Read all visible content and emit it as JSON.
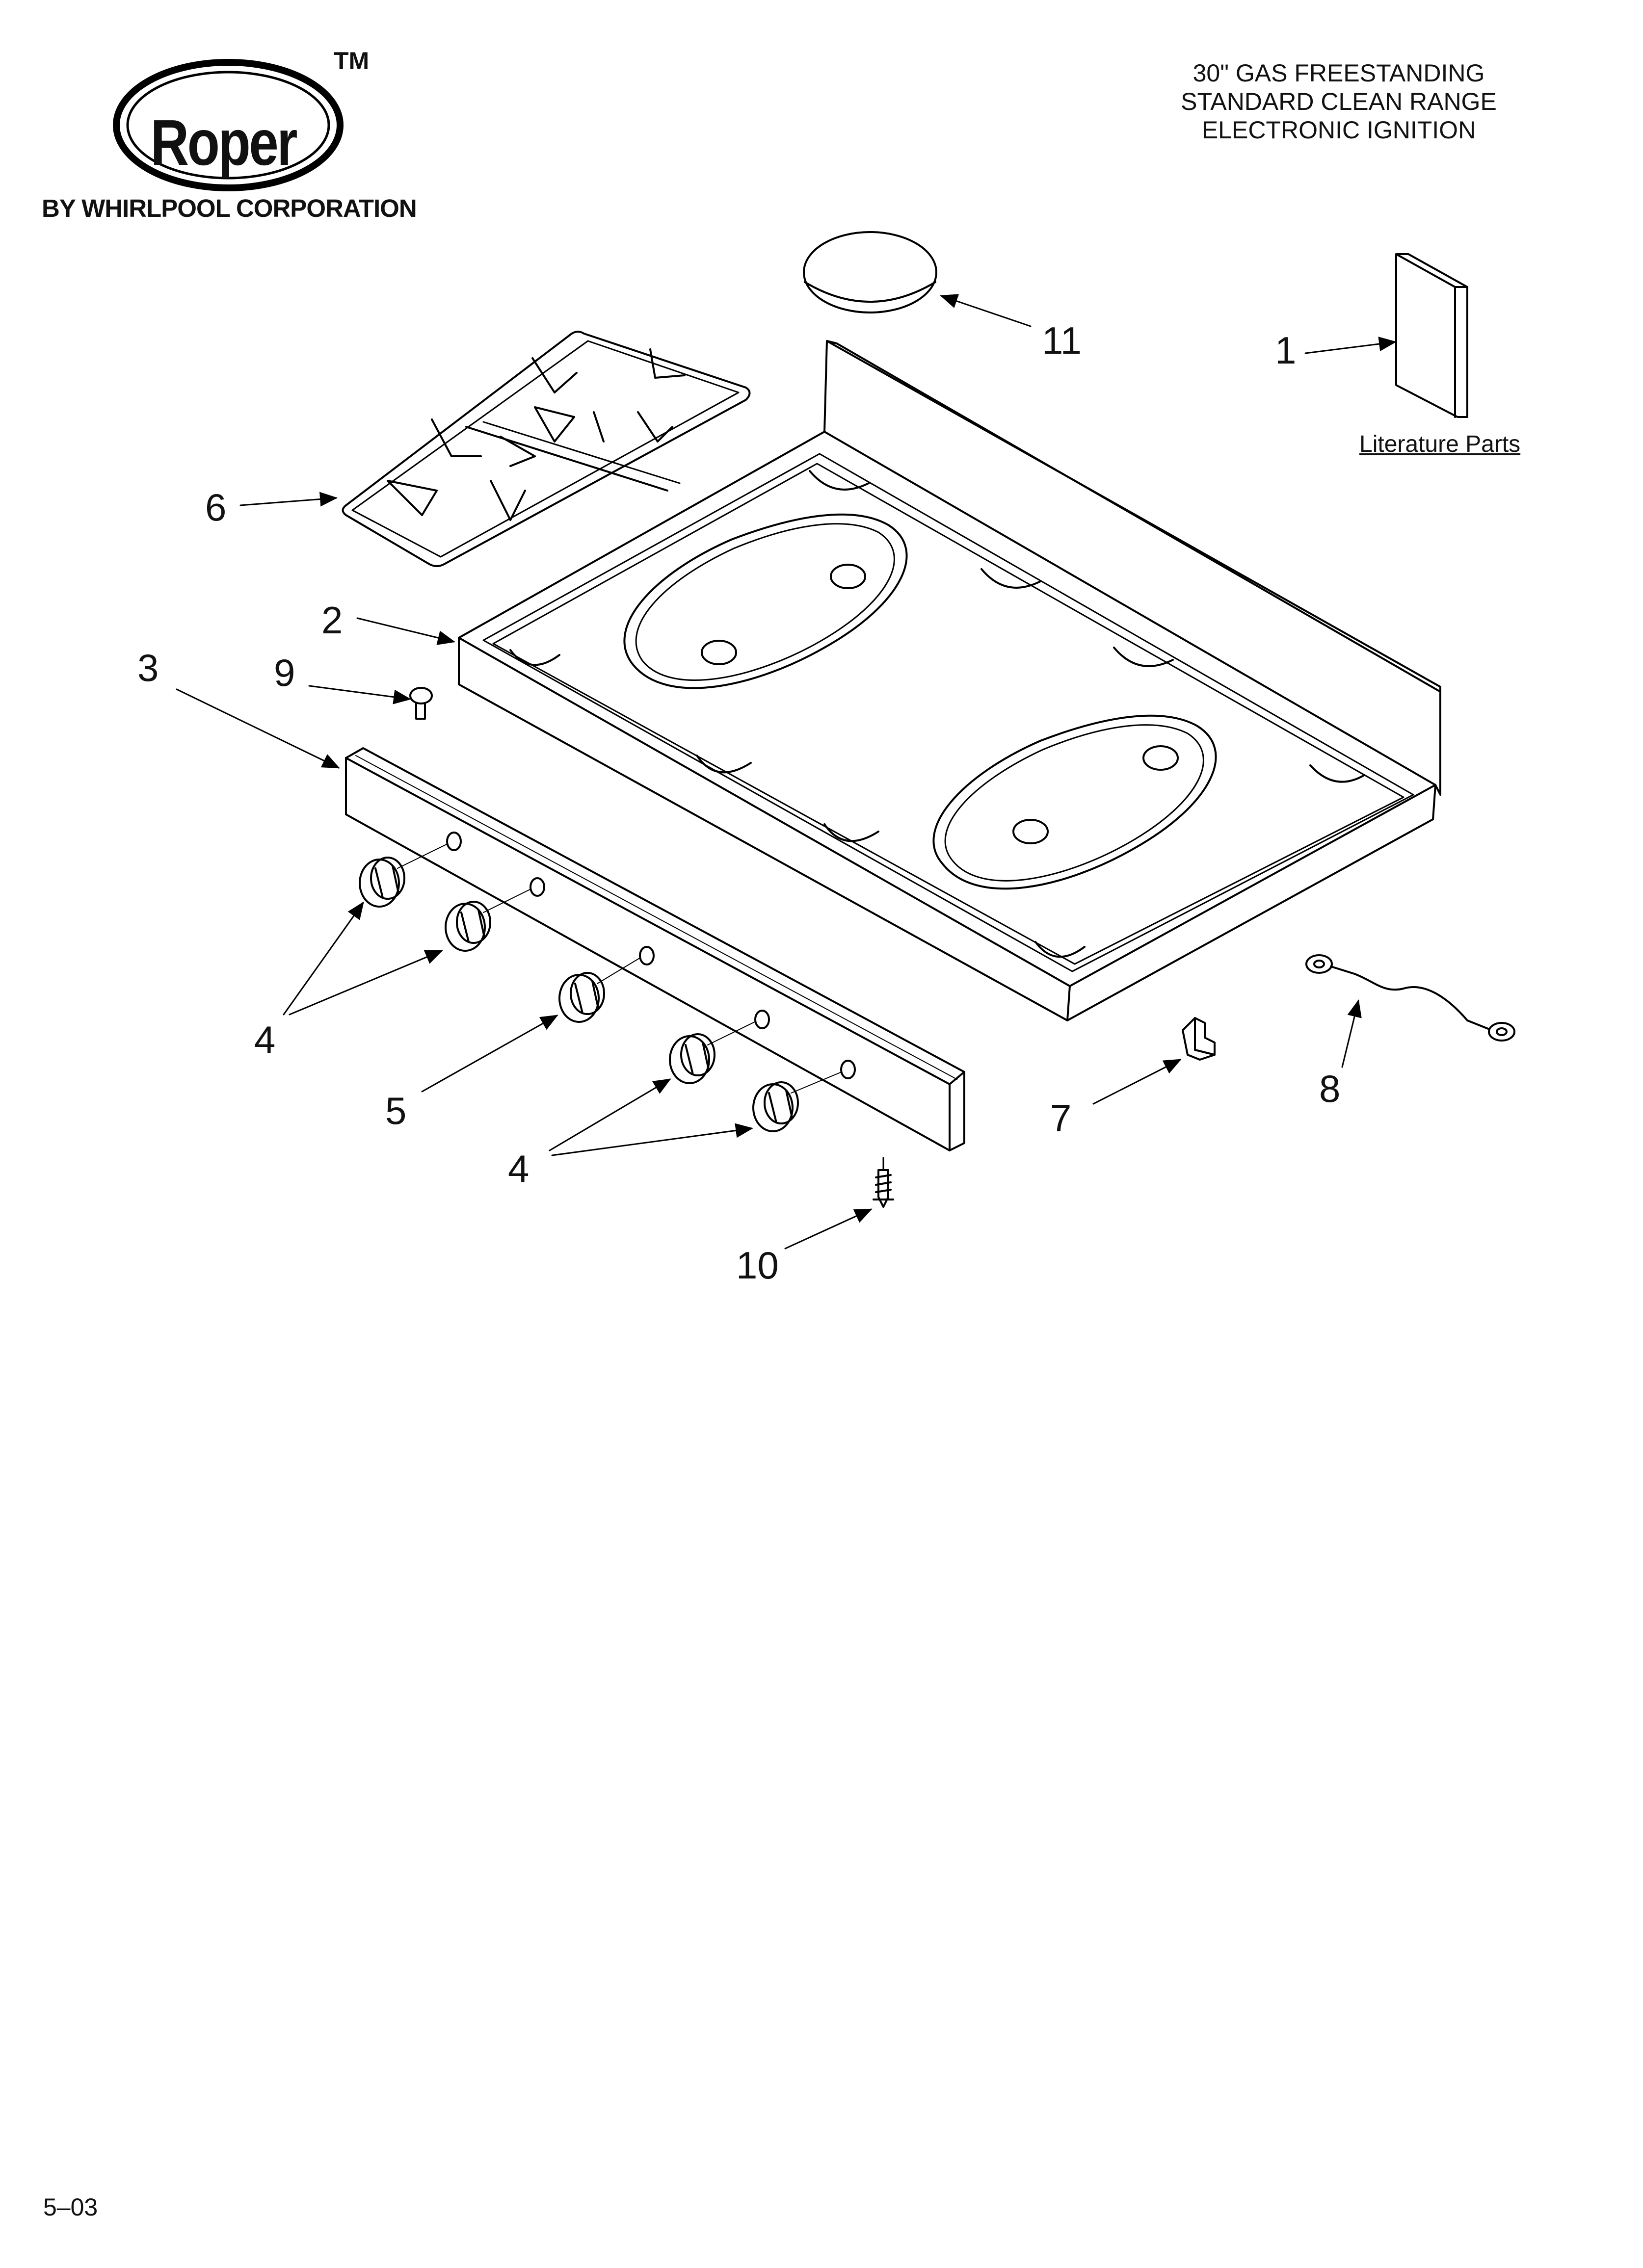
{
  "brand": {
    "name": "Roper",
    "trademark": "TM",
    "subtitle": "BY WHIRLPOOL CORPORATION"
  },
  "title_lines": [
    "30\" GAS FREESTANDING",
    "STANDARD CLEAN RANGE",
    "ELECTRONIC IGNITION"
  ],
  "literature_label": "Literature Parts",
  "callouts": {
    "c1": "1",
    "c2": "2",
    "c3": "3",
    "c4a": "4",
    "c4b": "4",
    "c5": "5",
    "c6": "6",
    "c7": "7",
    "c8": "8",
    "c9": "9",
    "c10": "10",
    "c11": "11"
  },
  "footer_code": "5–03"
}
